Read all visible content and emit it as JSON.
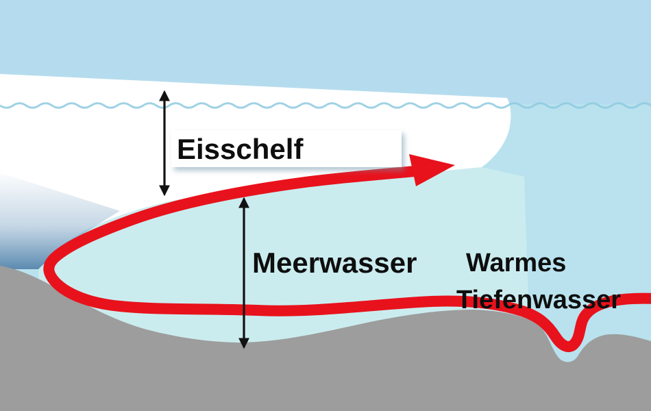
{
  "diagram": {
    "type": "cross-section schematic of an ice shelf and ocean circulation",
    "labels": {
      "ice_shelf": "Eisschelf",
      "sea_water": "Meerwasser",
      "warm_deep_water_line1": "Warmes",
      "warm_deep_water_line2": "Tiefenwasser"
    },
    "colors": {
      "sky": "#b5dcee",
      "open_sea": "#b9e2ee",
      "cavity_water": "#cbecef",
      "ice": "#ffffff",
      "submerged_ice": "#5d8fb6",
      "seabed": "#9d9d9d",
      "flow_arrow": "#e8121c",
      "waterline": "#8ecadf",
      "measure_arrow": "#121212",
      "label_text": "#0e0e0e"
    },
    "annotations": {
      "ice_thickness_arrow": "double-headed vertical arrow through ice shelf",
      "water_depth_arrow": "double-headed vertical arrow through sea water column",
      "flow_path": "red circulation arrow: warm deep water flows in along the seabed, rises at the grounding line and flows out along the ice-shelf base"
    }
  }
}
